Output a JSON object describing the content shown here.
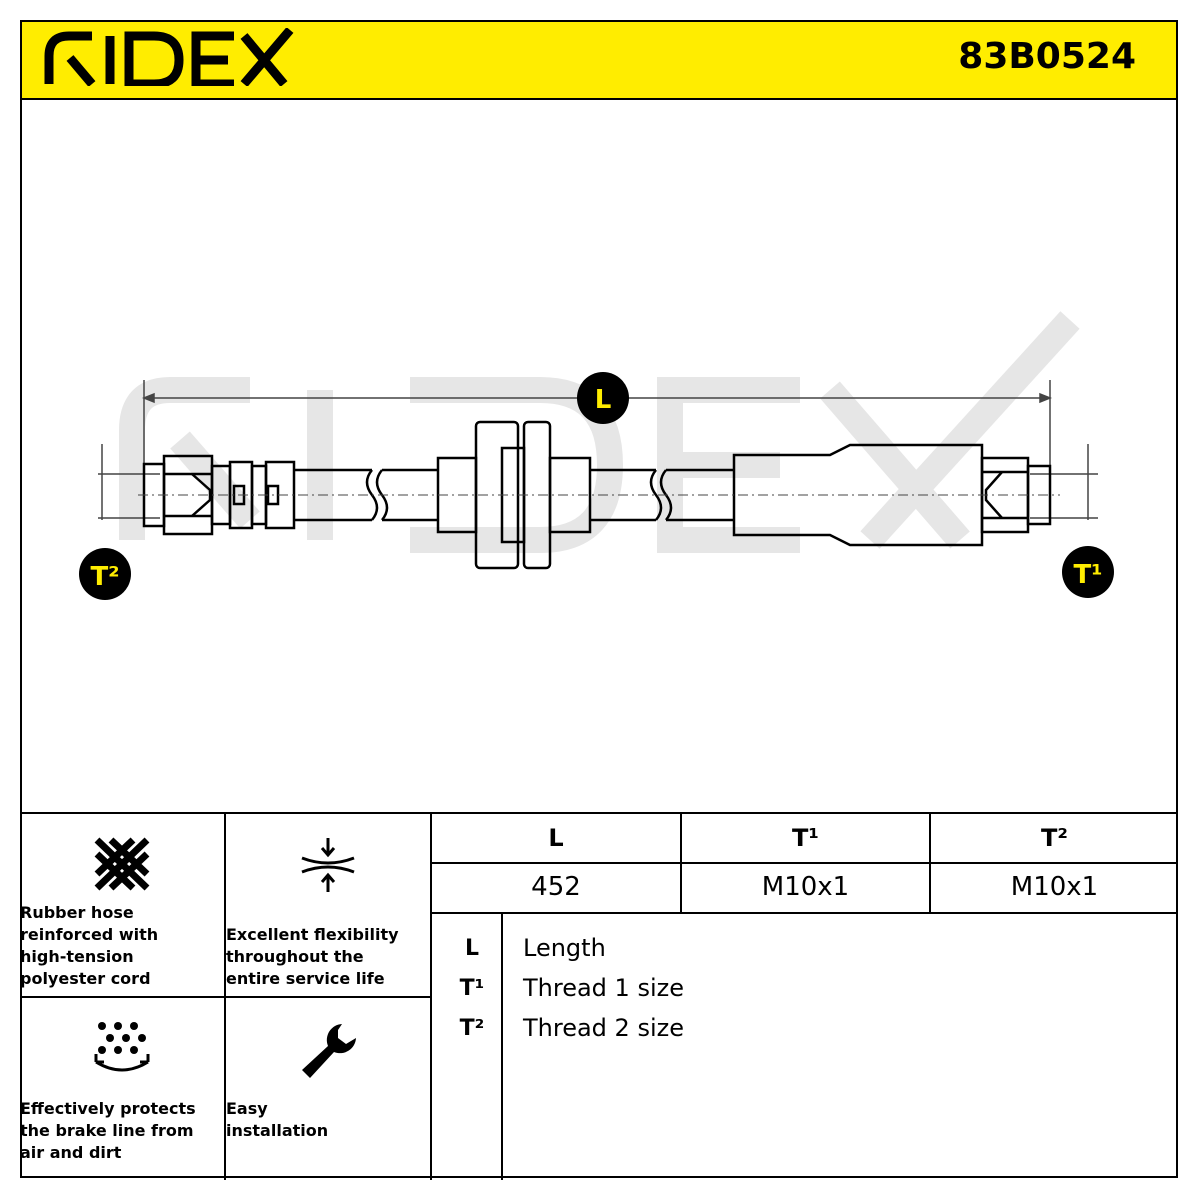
{
  "header": {
    "brand": "RIDEX",
    "part_number": "83B0524",
    "accent_color": "#ffed00"
  },
  "drawing": {
    "watermark": "RIDEX",
    "dim_L": "L",
    "dim_T1": "T¹",
    "dim_T2": "T²"
  },
  "features": [
    {
      "icon": "mesh-icon",
      "text": "Rubber hose\nreinforced with\nhigh-tension\npolyester cord"
    },
    {
      "icon": "flexibility-icon",
      "text": "Excellent flexibility\nthroughout the\nentire service life"
    },
    {
      "icon": "dust-protection-icon",
      "text": "Effectively protects\nthe brake line from\nair and dirt"
    },
    {
      "icon": "wrench-icon",
      "text": "Easy\ninstallation"
    }
  ],
  "spec_table": {
    "headers": [
      "L",
      "T¹",
      "T²"
    ],
    "values": [
      "452",
      "M10x1",
      "M10x1"
    ]
  },
  "legend": [
    {
      "key": "L",
      "label": "Length"
    },
    {
      "key": "T¹",
      "label": "Thread 1 size"
    },
    {
      "key": "T²",
      "label": "Thread 2 size"
    }
  ]
}
